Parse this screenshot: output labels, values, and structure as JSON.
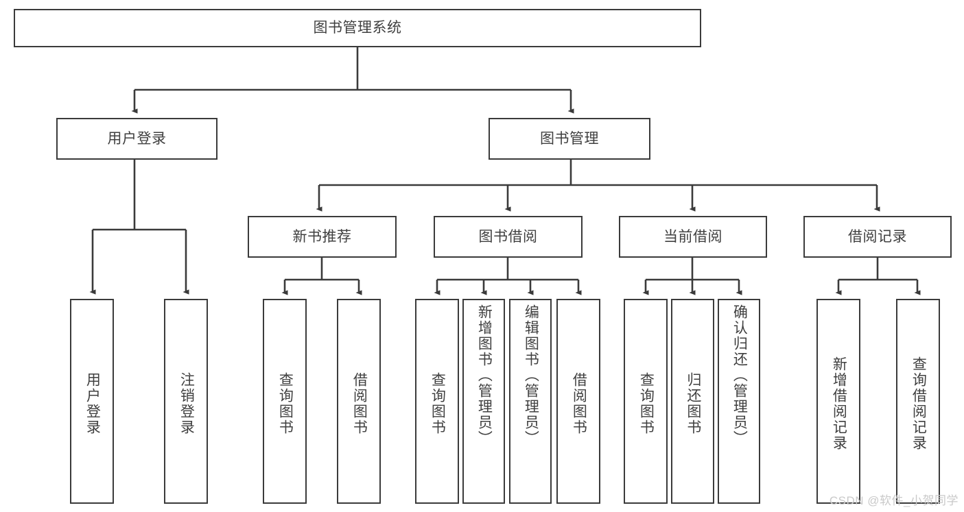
{
  "diagram": {
    "type": "tree",
    "title": "图书管理系统",
    "watermark": "CSDN @软件_小贺同学",
    "colors": {
      "stroke": "#3a3a3a",
      "text": "#3f3f3f",
      "background": "#ffffff",
      "watermark": "#c9c9c9"
    },
    "root": {
      "label": "图书管理系统",
      "orientation": "horizontal"
    },
    "level1": [
      {
        "label": "用户登录",
        "orientation": "horizontal"
      },
      {
        "label": "图书管理",
        "orientation": "horizontal"
      }
    ],
    "level2": [
      {
        "label": "新书推荐",
        "orientation": "horizontal",
        "parent": "图书管理"
      },
      {
        "label": "图书借阅",
        "orientation": "horizontal",
        "parent": "图书管理"
      },
      {
        "label": "当前借阅",
        "orientation": "horizontal",
        "parent": "图书管理"
      },
      {
        "label": "借阅记录",
        "orientation": "horizontal",
        "parent": "图书管理"
      }
    ],
    "leaves": {
      "user_login": [
        {
          "label": "用户登录",
          "orientation": "vertical"
        },
        {
          "label": "注销登录",
          "orientation": "vertical"
        }
      ],
      "new_book_recommend": [
        {
          "label": "查询图书",
          "orientation": "vertical"
        },
        {
          "label": "借阅图书",
          "orientation": "vertical"
        }
      ],
      "book_borrow": [
        {
          "label": "查询图书",
          "orientation": "vertical"
        },
        {
          "label": "新增图书（管理员）",
          "orientation": "vertical"
        },
        {
          "label": "编辑图书（管理员）",
          "orientation": "vertical"
        },
        {
          "label": "借阅图书",
          "orientation": "vertical"
        }
      ],
      "current_borrow": [
        {
          "label": "查询图书",
          "orientation": "vertical"
        },
        {
          "label": "归还图书",
          "orientation": "vertical"
        },
        {
          "label": "确认归还（管理员）",
          "orientation": "vertical"
        }
      ],
      "borrow_record": [
        {
          "label": "新增借阅记录",
          "orientation": "vertical"
        },
        {
          "label": "查询借阅记录",
          "orientation": "vertical"
        }
      ]
    }
  }
}
